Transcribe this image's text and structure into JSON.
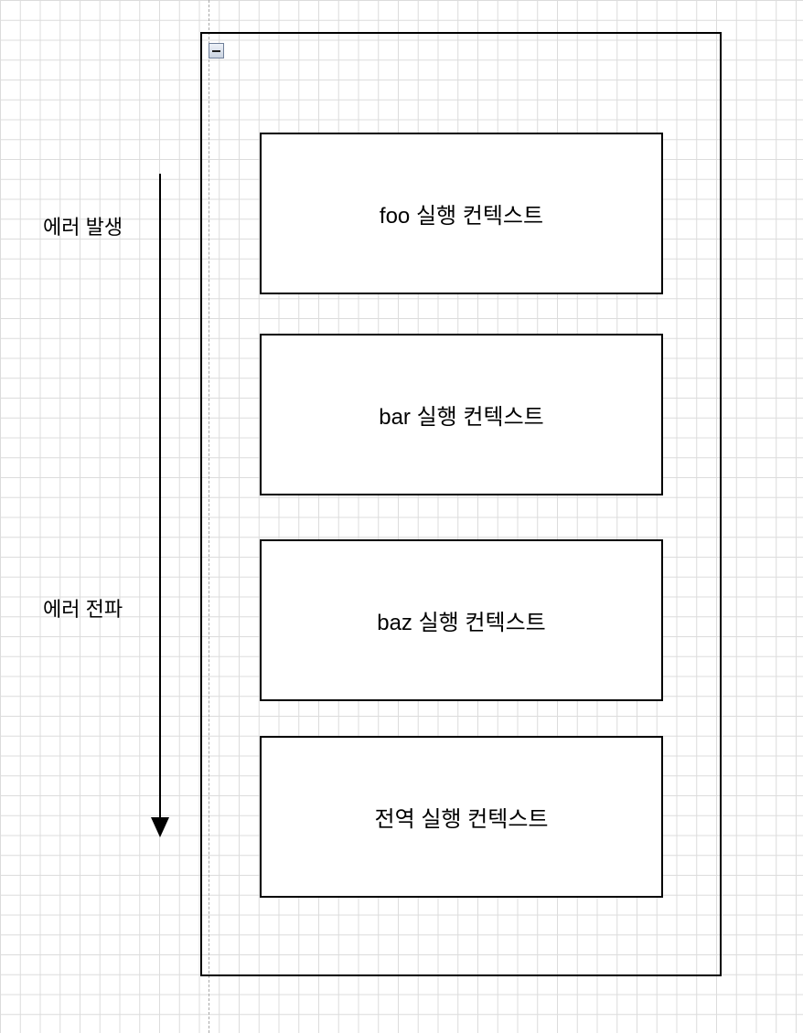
{
  "side_labels": {
    "error_occurrence": "에러 발생",
    "error_propagation": "에러 전파"
  },
  "contexts": [
    {
      "label": "foo 실행 컨텍스트"
    },
    {
      "label": "bar 실행 컨텍스트"
    },
    {
      "label": "baz 실행 컨텍스트"
    },
    {
      "label": "전역 실행 컨텍스트"
    }
  ],
  "colors": {
    "stroke": "#000000",
    "grid": "#dcdcdc",
    "background": "#ffffff"
  },
  "icons": {
    "collapse_toggle": "minus-icon",
    "flow_arrow": "down-arrow-icon"
  }
}
